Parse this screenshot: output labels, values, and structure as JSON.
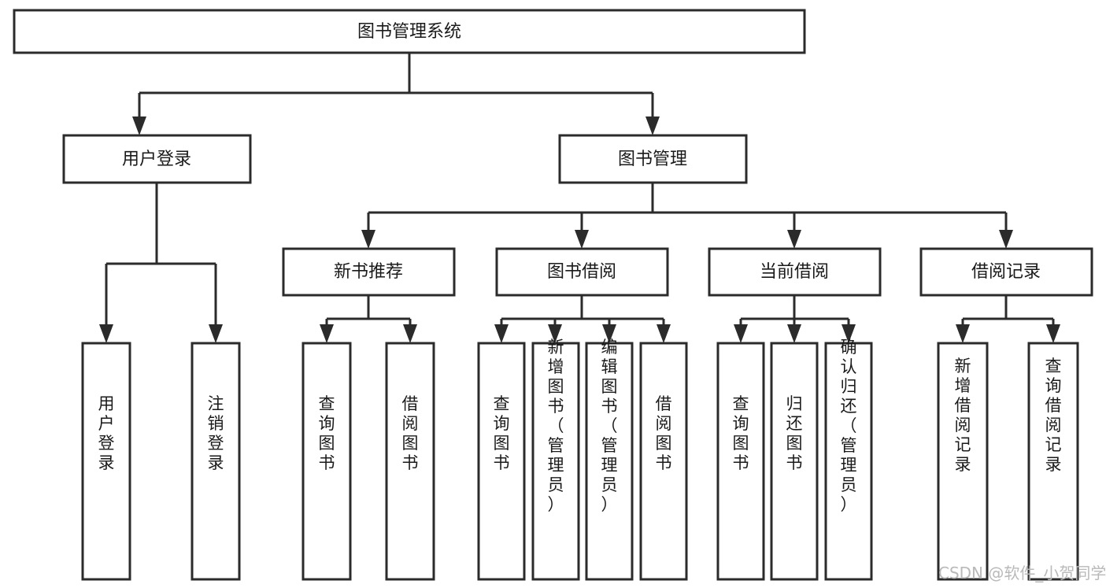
{
  "diagram": {
    "title": "图书管理系统",
    "root": {
      "id": "root",
      "label": "图书管理系统"
    },
    "level2": [
      {
        "id": "user-login",
        "label": "用户登录"
      },
      {
        "id": "book-manage",
        "label": "图书管理"
      }
    ],
    "level3": [
      {
        "id": "new-book-recommend",
        "label": "新书推荐"
      },
      {
        "id": "book-borrow",
        "label": "图书借阅"
      },
      {
        "id": "current-borrow",
        "label": "当前借阅"
      },
      {
        "id": "borrow-record",
        "label": "借阅记录"
      }
    ],
    "leaves": {
      "user_login": [
        {
          "id": "leaf-user-login",
          "label": "用户登录"
        },
        {
          "id": "leaf-logout-login",
          "label": "注销登录"
        }
      ],
      "new_book_recommend": [
        {
          "id": "leaf-query-book-1",
          "label": "查询图书"
        },
        {
          "id": "leaf-borrow-book-1",
          "label": "借阅图书"
        }
      ],
      "book_borrow": [
        {
          "id": "leaf-query-book-2",
          "label": "查询图书"
        },
        {
          "id": "leaf-add-book-admin",
          "label": "新增图书（管理员）"
        },
        {
          "id": "leaf-edit-book-admin",
          "label": "编辑图书（管理员）"
        },
        {
          "id": "leaf-borrow-book-2",
          "label": "借阅图书"
        }
      ],
      "current_borrow": [
        {
          "id": "leaf-query-book-3",
          "label": "查询图书"
        },
        {
          "id": "leaf-return-book",
          "label": "归还图书"
        },
        {
          "id": "leaf-confirm-return-admin",
          "label": "确认归还（管理员）"
        }
      ],
      "borrow_record": [
        {
          "id": "leaf-add-borrow-record",
          "label": "新增借阅记录"
        },
        {
          "id": "leaf-query-borrow-record",
          "label": "查询借阅记录"
        }
      ]
    },
    "watermark": "CSDN @软件_小贺同学",
    "colors": {
      "stroke": "#2b2b2b",
      "fill": "#ffffff",
      "text": "#1a1a1a",
      "watermark": "#b9b9b9",
      "background": "#ffffff"
    }
  }
}
